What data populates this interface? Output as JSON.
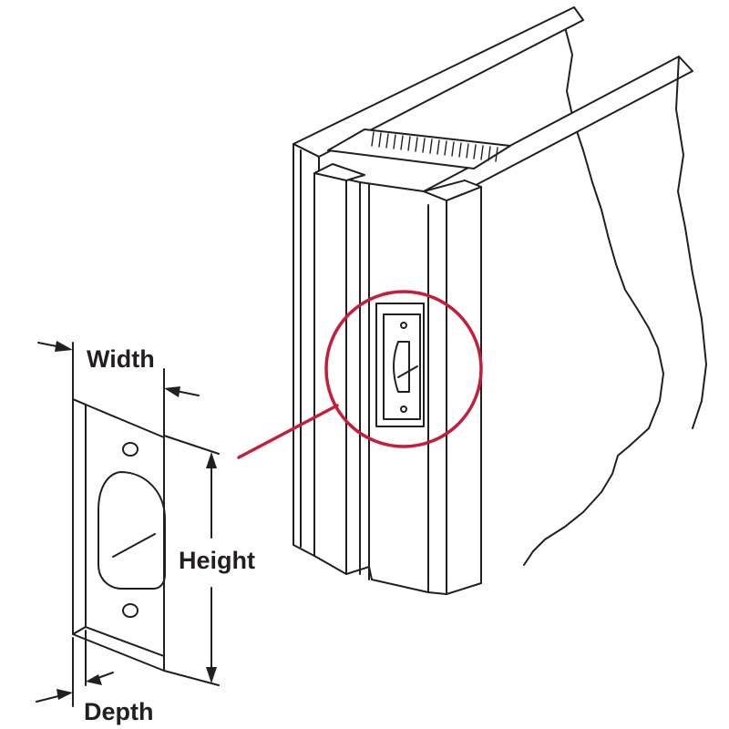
{
  "labels": {
    "width": "Width",
    "height": "Height",
    "depth": "Depth"
  },
  "colors": {
    "line": "#231f20",
    "highlight": "#c41e3a",
    "background": "#ffffff"
  }
}
